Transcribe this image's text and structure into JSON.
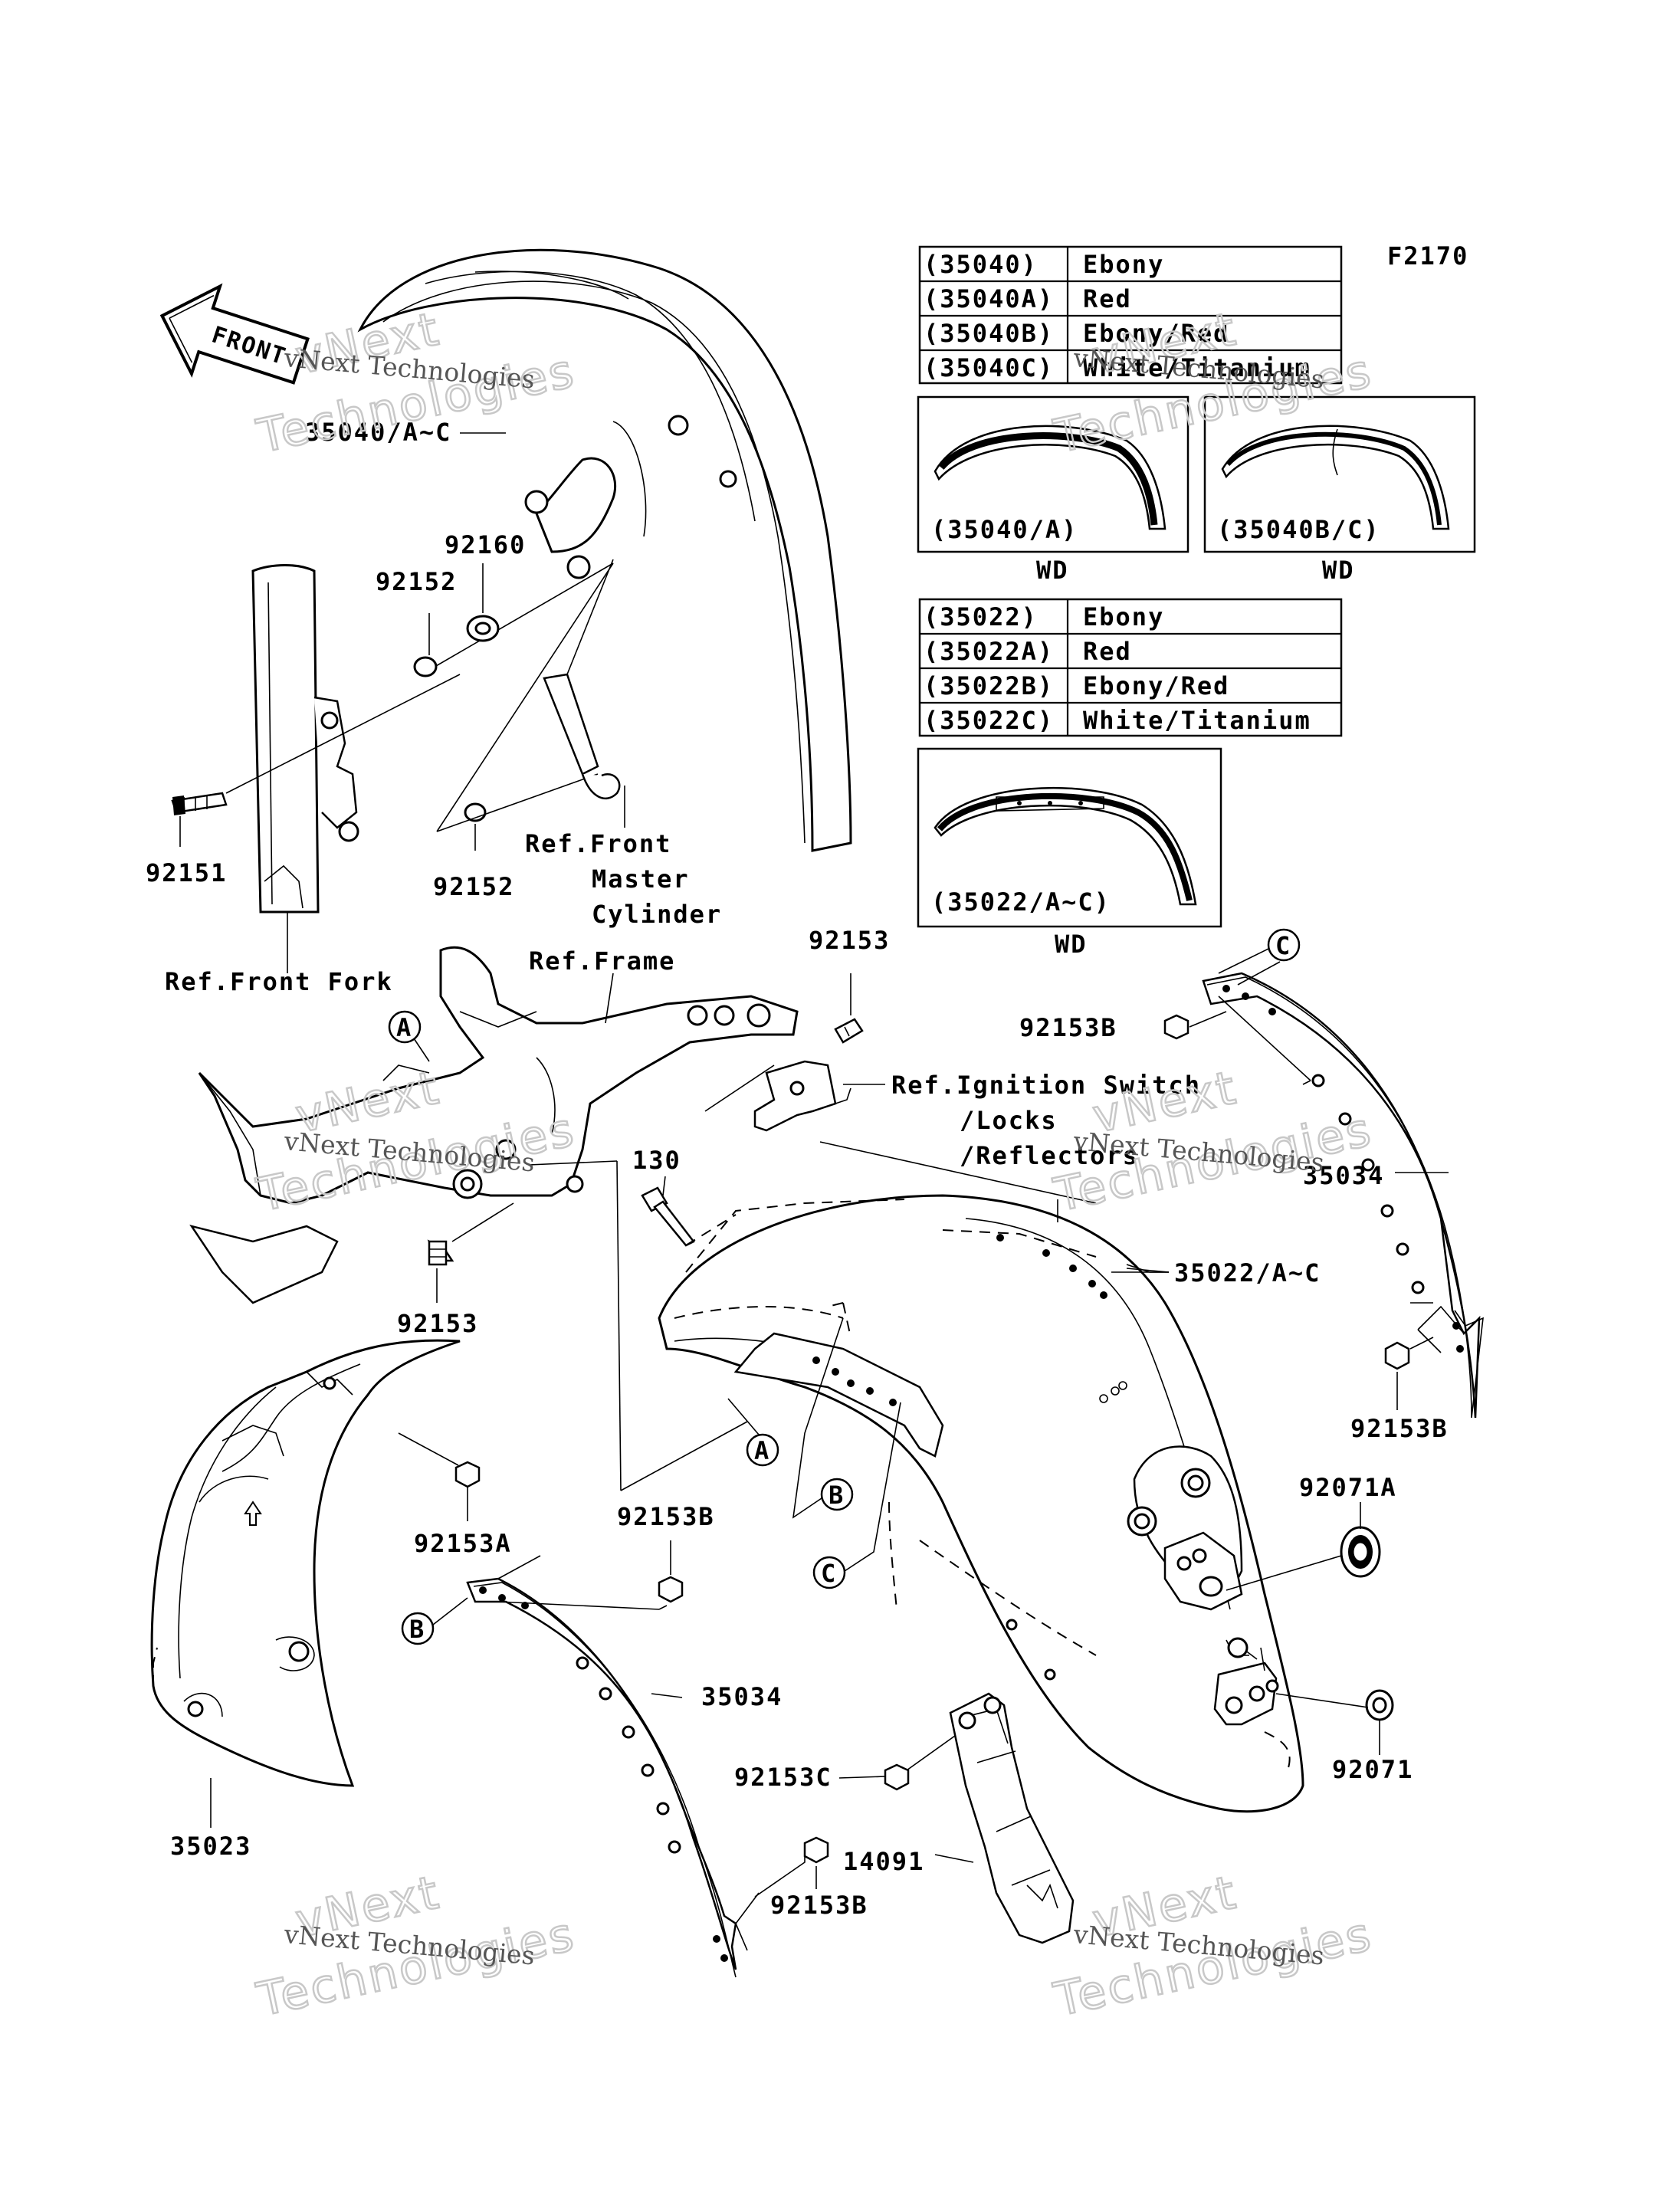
{
  "figure_id": "F2170",
  "front_arrow": "FRONT",
  "color_table_35040": [
    {
      "code": "(35040)",
      "color": "Ebony"
    },
    {
      "code": "(35040A)",
      "color": "Red"
    },
    {
      "code": "(35040B)",
      "color": "Ebony/Red"
    },
    {
      "code": "(35040C)",
      "color": "White/Titanium"
    }
  ],
  "color_table_35022": [
    {
      "code": "(35022)",
      "color": "Ebony"
    },
    {
      "code": "(35022A)",
      "color": "Red"
    },
    {
      "code": "(35022B)",
      "color": "Ebony/Red"
    },
    {
      "code": "(35022C)",
      "color": "White/Titanium"
    }
  ],
  "insets": [
    {
      "label": "(35040/A)",
      "caption": "WD"
    },
    {
      "label": "(35040B/C)",
      "caption": "WD"
    },
    {
      "label": "(35022/A~C)",
      "caption": "WD"
    }
  ],
  "part_labels": {
    "p35040": "35040/A~C",
    "p92160": "92160",
    "p92152_top": "92152",
    "p92151": "92151",
    "p92152_bottom": "92152",
    "ref_front_master_1": "Ref.Front",
    "ref_front_master_2": "Master",
    "ref_front_master_3": "Cylinder",
    "ref_front_fork": "Ref.Front Fork",
    "ref_frame": "Ref.Frame",
    "p92153_top": "92153",
    "ref_ignition_1": "Ref.Ignition Switch",
    "ref_ignition_2": "/Locks",
    "ref_ignition_3": "/Reflectors",
    "p92153b_top": "92153B",
    "p130": "130",
    "p35034_right": "35034",
    "p35022": "35022/A~C",
    "p92153_left": "92153",
    "p92153b_right": "92153B",
    "p92071a": "92071A",
    "p92153a": "92153A",
    "p92153b_mid": "92153B",
    "p35034_mid": "35034",
    "p92071": "92071",
    "p92153c": "92153C",
    "p35023": "35023",
    "p14091": "14091",
    "p92153b_bottom": "92153B"
  },
  "callouts": {
    "a1": "A",
    "a2": "A",
    "b1": "B",
    "b2": "B",
    "c1": "C",
    "c2": "C"
  },
  "watermark": {
    "line1": "vNext",
    "line2": "Technologies",
    "line3": "vNext Technologies"
  }
}
